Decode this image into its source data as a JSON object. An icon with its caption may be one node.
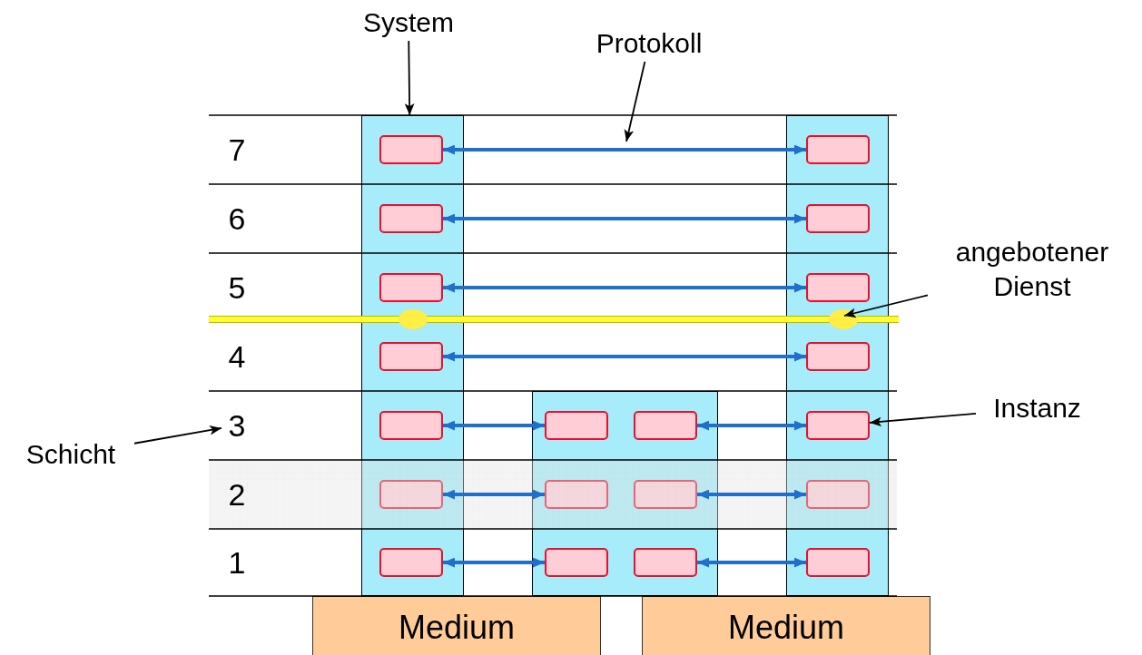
{
  "diagram": {
    "nodes": [
      {
        "text": [
          "System"
        ]
      },
      {
        "text": [
          "Protokoll"
        ]
      },
      {
        "text": [
          "angebotener Dienst"
        ]
      },
      {
        "text": [
          "Instanz"
        ]
      },
      {
        "text": [
          "Schicht"
        ]
      },
      {
        "text": [
          "7"
        ]
      },
      {
        "text": [
          "6"
        ]
      },
      {
        "text": [
          "5"
        ]
      },
      {
        "text": [
          "4"
        ]
      },
      {
        "text": [
          "3"
        ]
      },
      {
        "text": [
          "2"
        ]
      },
      {
        "text": [
          "1"
        ]
      },
      {
        "text": [],
        "shape": "box"
      },
      {
        "text": [],
        "shape": "box"
      },
      {
        "text": [],
        "shape": "box"
      },
      {
        "text": [],
        "shape": "bar"
      },
      {
        "text": [
          "Medium"
        ]
      },
      {
        "text": [
          "Medium"
        ]
      },
      {
        "text": [],
        "shape": "box",
        "in": 12
      },
      {
        "text": [],
        "shape": "box",
        "in": 12
      },
      {
        "text": [],
        "shape": "box",
        "in": 12
      },
      {
        "text": [],
        "shape": "box",
        "in": 12
      },
      {
        "text": [],
        "shape": "box",
        "in": 12
      },
      {
        "text": [],
        "shape": "box",
        "in": 12
      },
      {
        "text": [],
        "shape": "box",
        "in": 12
      },
      {
        "text": [],
        "shape": "box",
        "in": 14
      },
      {
        "text": [],
        "shape": "box",
        "in": 14
      },
      {
        "text": [],
        "shape": "box",
        "in": 14
      },
      {
        "text": [],
        "shape": "box",
        "in": 14
      },
      {
        "text": [],
        "shape": "box",
        "in": 14
      },
      {
        "text": [],
        "shape": "box",
        "in": 14
      },
      {
        "text": [],
        "shape": "box",
        "in": 14
      },
      {
        "text": [],
        "shape": "box",
        "in": 13
      },
      {
        "text": [],
        "shape": "box",
        "in": 13
      },
      {
        "text": [],
        "shape": "box",
        "in": 13
      },
      {
        "text": [],
        "shape": "box",
        "in": 13
      },
      {
        "text": [],
        "shape": "box",
        "in": 13
      },
      {
        "text": [],
        "shape": "box",
        "in": 13
      }
    ],
    "edges": [
      {
        "from": 0,
        "to": 12,
        "arrow": "to",
        "color": "#000000"
      },
      {
        "from": 1,
        "to": null,
        "arrow": "to",
        "color": "#000000"
      },
      {
        "from": 2,
        "to": 15,
        "arrow": "to",
        "color": "#000000"
      },
      {
        "from": 3,
        "to": 29,
        "arrow": "to",
        "color": "#000000"
      },
      {
        "from": 4,
        "to": 9,
        "arrow": "to",
        "color": "#000000"
      },
      {
        "from": 18,
        "to": 25,
        "arrow": "both"
      },
      {
        "from": 19,
        "to": 26,
        "arrow": "both"
      },
      {
        "from": 20,
        "to": 27,
        "arrow": "both"
      },
      {
        "from": 21,
        "to": 28,
        "arrow": "both"
      },
      {
        "from": 22,
        "to": 32,
        "arrow": "both"
      },
      {
        "from": 35,
        "to": 29,
        "arrow": "both"
      },
      {
        "from": 23,
        "to": 33,
        "arrow": "both"
      },
      {
        "from": 36,
        "to": 30,
        "arrow": "both"
      },
      {
        "from": 24,
        "to": 34,
        "arrow": "both"
      },
      {
        "from": 37,
        "to": 31,
        "arrow": "both"
      }
    ]
  }
}
